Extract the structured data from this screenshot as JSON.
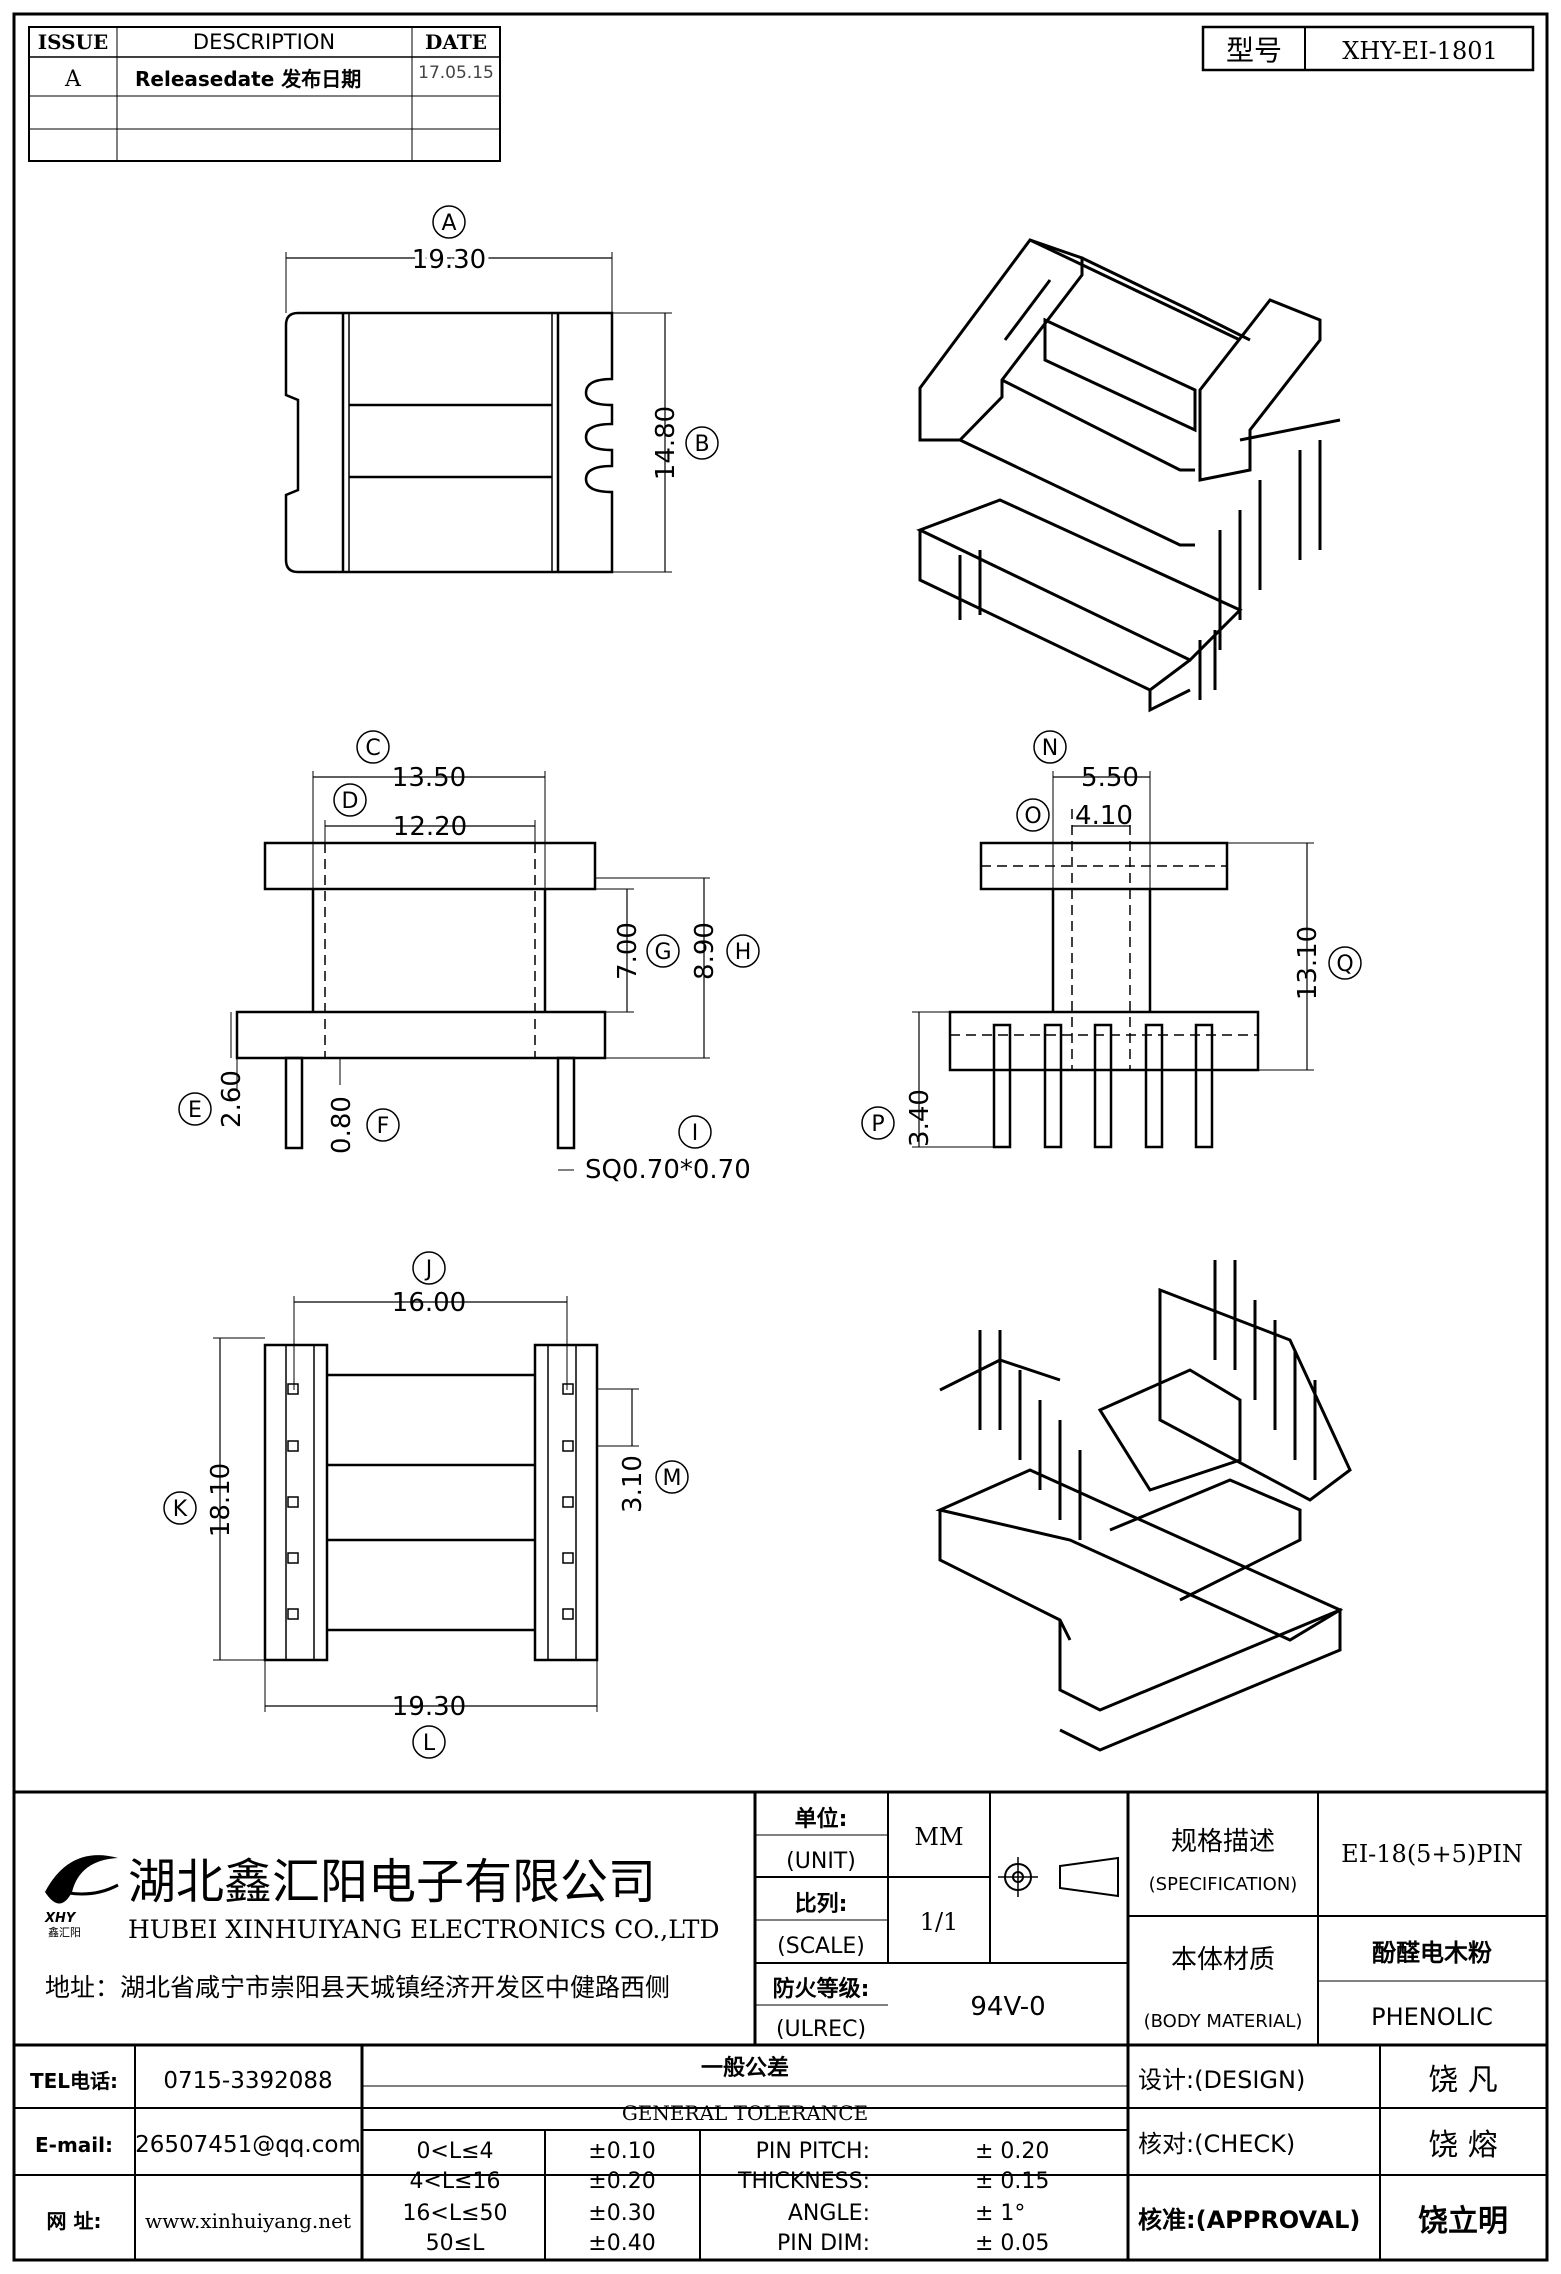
{
  "revision": {
    "headers": {
      "issue": "ISSUE",
      "description": "DESCRIPTION",
      "date": "DATE"
    },
    "rows": [
      {
        "issue": "A",
        "description": "Releasedate 发布日期",
        "date": "17.05.15"
      },
      {
        "issue": "",
        "description": "",
        "date": ""
      },
      {
        "issue": "",
        "description": "",
        "date": ""
      }
    ]
  },
  "model": {
    "label": "型号",
    "value": "XHY-EI-1801"
  },
  "top_view": {
    "dim_a": "19.30",
    "label_a": "A",
    "dim_b": "14.80",
    "label_b": "B"
  },
  "front_view": {
    "dim_c": "13.50",
    "label_c": "C",
    "dim_d": "12.20",
    "label_d": "D",
    "dim_g": "7.00",
    "label_g": "G",
    "dim_h": "8.90",
    "label_h": "H",
    "dim_e": "2.60",
    "label_e": "E",
    "dim_f": "0.80",
    "label_f": "F",
    "dim_i": "SQ0.70*0.70",
    "label_i": "I"
  },
  "side_view": {
    "dim_n": "5.50",
    "label_n": "N",
    "dim_o": "4.10",
    "label_o": "O",
    "dim_q": "13.10",
    "label_q": "Q",
    "dim_p": "3.40",
    "label_p": "P"
  },
  "bottom_view": {
    "dim_j": "16.00",
    "label_j": "J",
    "dim_k": "18.10",
    "label_k": "K",
    "dim_m": "3.10",
    "label_m": "M",
    "dim_l": "19.30",
    "label_l": "L"
  },
  "company": {
    "name_cn": "湖北鑫汇阳电子有限公司",
    "name_en": "HUBEI XINHUIYANG ELECTRONICS CO.,LTD",
    "address": "地址：湖北省咸宁市崇阳县天城镇经济开发区中健路西侧",
    "logo_text": "XHY",
    "logo_sub": "鑫汇阳"
  },
  "spec_table": {
    "unit_cn": "单位:",
    "unit_en": "(UNIT)",
    "unit_value": "MM",
    "scale_cn": "比列:",
    "scale_en": "(SCALE)",
    "scale_value": "1/1",
    "ulrec_cn": "防火等级:",
    "ulrec_en": "(ULREC)",
    "ulrec_value": "94V-0",
    "spec_cn": "规格描述",
    "spec_en": "(SPECIFICATION)",
    "spec_value": "EI-18(5+5)PIN",
    "material_cn": "本体材质",
    "material_en": "(BODY MATERIAL)",
    "material_value_cn": "酚醛电木粉",
    "material_value_en": "PHENOLIC"
  },
  "contact": {
    "tel_label": "TEL电话:",
    "tel": "0715-3392088",
    "email_label": "E-mail:",
    "email": "26507451@qq.com",
    "web_label": "网  址:",
    "web": "www.xinhuiyang.net"
  },
  "tolerance": {
    "title_cn": "一般公差",
    "title_en": "GENERAL TOLERANCE",
    "ranges": [
      {
        "range": "0<L≤4",
        "tol": "±0.10"
      },
      {
        "range": "4<L≤16",
        "tol": "±0.20"
      },
      {
        "range": "16<L≤50",
        "tol": "±0.30"
      },
      {
        "range": "50≤L",
        "tol": "±0.40"
      }
    ],
    "specials": [
      {
        "label": "PIN PITCH:",
        "value": "±  0.20"
      },
      {
        "label": "THICKNESS:",
        "value": "±  0.15"
      },
      {
        "label": "ANGLE:",
        "value": "±  1°"
      },
      {
        "label": "PIN DIM:",
        "value": "±  0.05"
      }
    ]
  },
  "signoff": [
    {
      "label": "设计:(DESIGN)",
      "name": "饶  凡"
    },
    {
      "label": "核对:(CHECK)",
      "name": "饶  熔"
    },
    {
      "label": "核准:(APPROVAL)",
      "name": "饶立明"
    }
  ]
}
